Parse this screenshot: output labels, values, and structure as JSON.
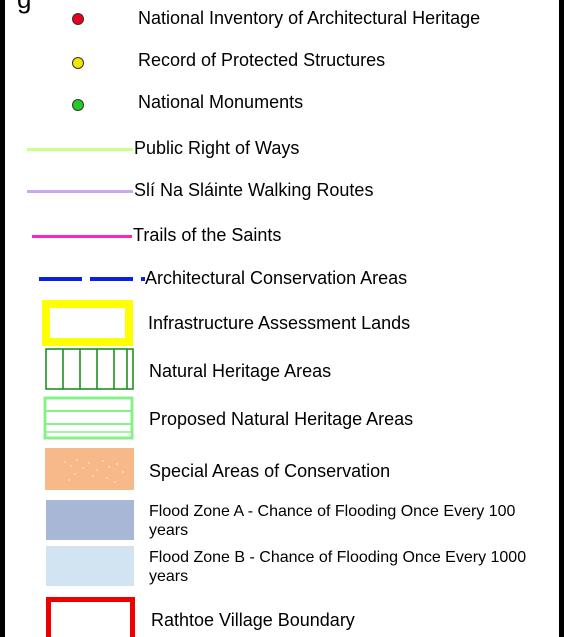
{
  "legend": {
    "heading_fragment": "g",
    "items": [
      {
        "label": "National Inventory of Architectural Heritage",
        "icon": "red-point-marker",
        "color": "#e8001c"
      },
      {
        "label": "Record of Protected Structures",
        "icon": "yellow-point-marker",
        "color": "#f2e600"
      },
      {
        "label": "National Monuments",
        "icon": "green-point-marker",
        "color": "#22cc22"
      },
      {
        "label": "Public Right of Ways",
        "icon": "light-green-line",
        "color": "#ccff88"
      },
      {
        "label": "Slí Na Sláinte Walking Routes",
        "icon": "lavender-line",
        "color": "#c9a8f0"
      },
      {
        "label": "Trails of the Saints",
        "icon": "magenta-line",
        "color": "#ff22cc"
      },
      {
        "label": "Architectural Conservation Areas",
        "icon": "blue-dashed-line",
        "color": "#0a1fe8"
      },
      {
        "label": "Infrastructure Assessment Lands",
        "icon": "yellow-outline-box",
        "color": "#ffff00"
      },
      {
        "label": "Natural Heritage Areas",
        "icon": "green-vertical-hatch-box",
        "color": "#118811"
      },
      {
        "label": "Proposed Natural Heritage Areas",
        "icon": "light-green-horizontal-hatch-box",
        "color": "#88f088"
      },
      {
        "label": "Special Areas of Conservation",
        "icon": "orange-speckled-box",
        "color": "#f7b98a"
      },
      {
        "label": "Flood Zone A - Chance of Flooding Once Every 100 years",
        "icon": "blue-grey-fill-box",
        "color": "#a9b7d6"
      },
      {
        "label": "Flood Zone B - Chance of Flooding Once Every 1000 years",
        "icon": "light-blue-fill-box",
        "color": "#d2e4f2"
      },
      {
        "label": "Rathtoe Village Boundary",
        "icon": "red-outline-box",
        "color": "#ee0000"
      }
    ]
  }
}
